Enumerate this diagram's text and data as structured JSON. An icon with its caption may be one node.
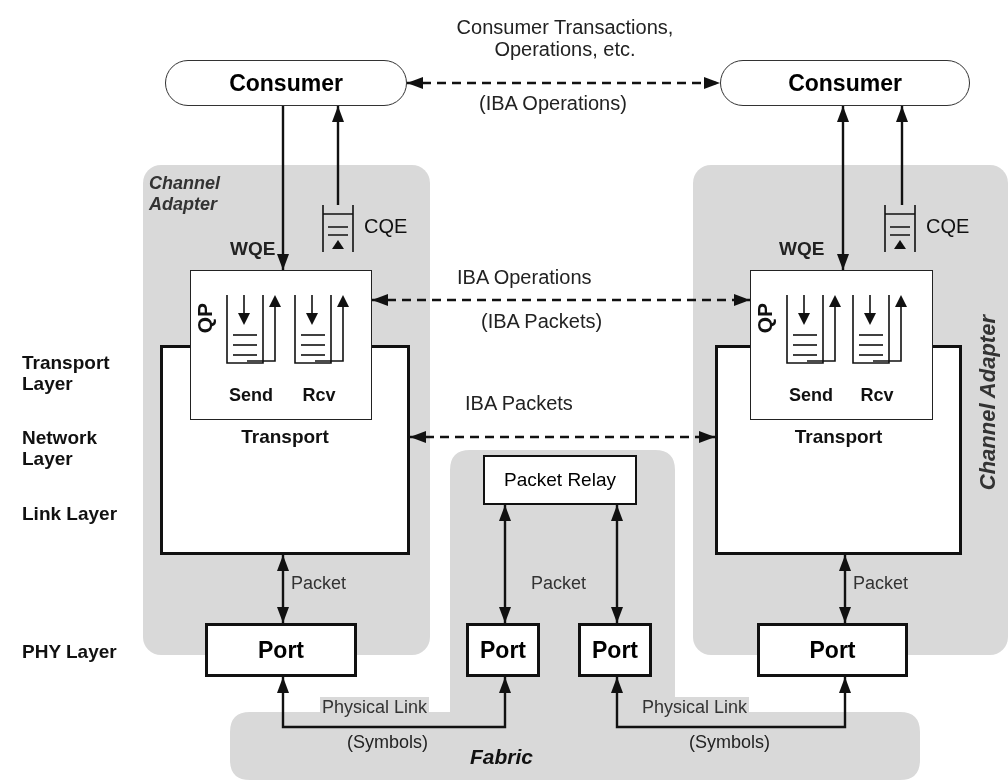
{
  "diagram": {
    "nodes": [
      {
        "text": [
          "Consumer"
        ]
      },
      {
        "text": [
          "Consumer"
        ]
      },
      {
        "text": [
          "Channel Adapter"
        ]
      },
      {
        "text": [
          "CQE"
        ],
        "in": 2
      },
      {
        "text": [
          "QP"
        ],
        "in": 2
      },
      {
        "text": [
          "Send"
        ],
        "in": 4
      },
      {
        "text": [
          "Rcv"
        ],
        "in": 4
      },
      {
        "text": [
          "Transport"
        ],
        "in": 2
      },
      {
        "text": [
          "Channel Adapter"
        ]
      },
      {
        "text": [
          "CQE"
        ],
        "in": 8
      },
      {
        "text": [
          "QP"
        ],
        "in": 8
      },
      {
        "text": [
          "Send"
        ],
        "in": 10
      },
      {
        "text": [
          "Rcv"
        ],
        "in": 10
      },
      {
        "text": [
          "Transport"
        ],
        "in": 8
      },
      {
        "text": [
          "Fabric"
        ]
      },
      {
        "text": [
          "Packet Relay"
        ],
        "in": 14
      },
      {
        "text": [
          "Port"
        ]
      },
      {
        "text": [
          "Port"
        ],
        "in": 14
      },
      {
        "text": [
          "Port"
        ],
        "in": 14
      },
      {
        "text": [
          "Port"
        ]
      }
    ],
    "edges": [
      {
        "from": 0,
        "to": 1,
        "arrow": "both",
        "style": "dashed",
        "label": "Consumer Transactions, Operations, etc."
      },
      {
        "from": 0,
        "to": 4,
        "arrow": "to",
        "label": "WQE"
      },
      {
        "from": 3,
        "to": 0,
        "arrow": "to"
      },
      {
        "from": 1,
        "to": 10,
        "arrow": "both",
        "label": "WQE"
      },
      {
        "from": 9,
        "to": 1,
        "arrow": "to"
      },
      {
        "from": 4,
        "to": 10,
        "arrow": "both",
        "style": "dashed",
        "label": "IBA Operations"
      },
      {
        "from": 7,
        "to": 13,
        "arrow": "both",
        "style": "dashed",
        "label": "IBA Packets"
      },
      {
        "from": 7,
        "to": 16,
        "arrow": "both",
        "label": "Packet"
      },
      {
        "from": 15,
        "to": 17,
        "arrow": "both",
        "label": "Packet"
      },
      {
        "from": 15,
        "to": 18,
        "arrow": "both"
      },
      {
        "from": 13,
        "to": 19,
        "arrow": "both",
        "label": "Packet"
      },
      {
        "from": 16,
        "to": 17,
        "arrow": "both",
        "label": "Physical Link"
      },
      {
        "from": 18,
        "to": 19,
        "arrow": "both",
        "label": "Physical Link"
      }
    ],
    "labels": [
      "(IBA Operations)",
      "(IBA Packets)",
      "Transport Layer",
      "Network Layer",
      "Link Layer",
      "PHY Layer",
      "(Symbols)",
      "(Symbols)"
    ]
  }
}
